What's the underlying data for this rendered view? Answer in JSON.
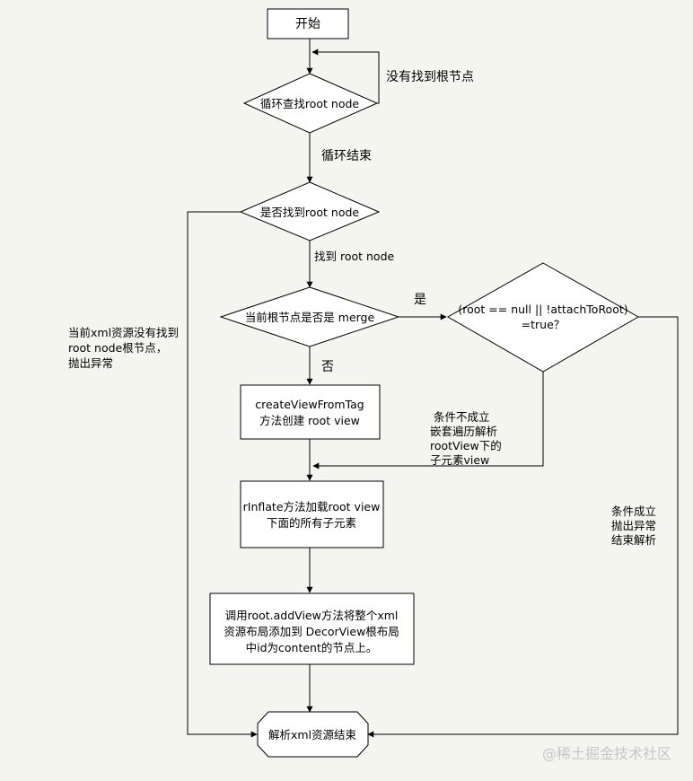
{
  "nodes": {
    "start": "开始",
    "loop_find": "循环查找root node",
    "is_found": "是否找到root node",
    "is_merge": "当前根节点是否是 merge",
    "root_check_line1": "(root == null || !attachToRoot)",
    "root_check_line2": "=true？",
    "create_view_line1": "createViewFromTag",
    "create_view_line2": "方法创建 root view",
    "rinflate_line1": "rInflate方法加载root view",
    "rinflate_line2": "下面的所有子元素",
    "addview_line1": "调用root.addView方法将整个xml",
    "addview_line2": "资源布局添加到 DecorView根布局",
    "addview_line3": "中id为content的节点上。",
    "end": "解析xml资源结束"
  },
  "edge_labels": {
    "not_found_loop": "没有找到根节点",
    "loop_end": "循环结束",
    "found": "找到 root node",
    "yes": "是",
    "no": "否",
    "cond_false_line1": "条件不成立",
    "cond_false_line2": "嵌套遍历解析",
    "cond_false_line3": "rootView下的",
    "cond_false_line4": "子元素view",
    "not_found_line1": "当前xml资源没有找到",
    "not_found_line2": "root node根节点，",
    "not_found_line3": "抛出异常",
    "cond_true_line1": "条件成立",
    "cond_true_line2": "抛出异常",
    "cond_true_line3": "结束解析"
  },
  "watermark": "@稀土掘金技术社区"
}
